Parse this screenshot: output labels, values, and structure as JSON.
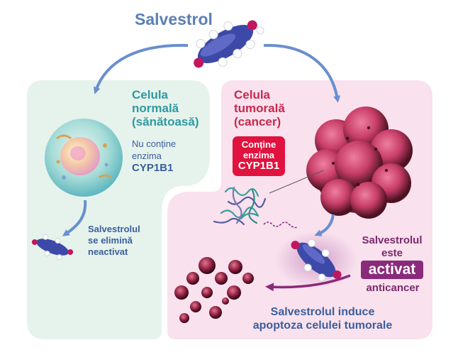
{
  "title": "Salvestrol",
  "normal_cell": {
    "title_lines": [
      "Celula",
      "normală",
      "(sănătoasă)"
    ],
    "desc_lines": [
      "Nu conține",
      "enzima"
    ],
    "enzyme": "CYP1B1"
  },
  "elimination": {
    "lines": [
      "Salvestrolul",
      "se elimină",
      "neactivat"
    ]
  },
  "tumor_cell": {
    "title_lines": [
      "Celula",
      "tumorală",
      "(cancer)"
    ],
    "box_lines": [
      "Conține",
      "enzima"
    ],
    "enzyme": "CYP1B1"
  },
  "activation": {
    "lines": [
      "Salvestrolul",
      "este"
    ],
    "badge": "activat",
    "after": "anticancer"
  },
  "apoptosis": {
    "lines": [
      "Salvestrolul induce",
      "apoptoza celulei tumorale"
    ]
  },
  "colors": {
    "arrow_blue": "#6a8fcf",
    "arrow_purple": "#8a2a7a",
    "normal_panel": "#e6f3ec",
    "tumor_panel": "#f9e1ee",
    "enzyme_red": "#e0123e",
    "tumor_mass": "#d2456f",
    "molecule_blue": "#3d49a8",
    "molecule_pink": "#c0185f"
  }
}
